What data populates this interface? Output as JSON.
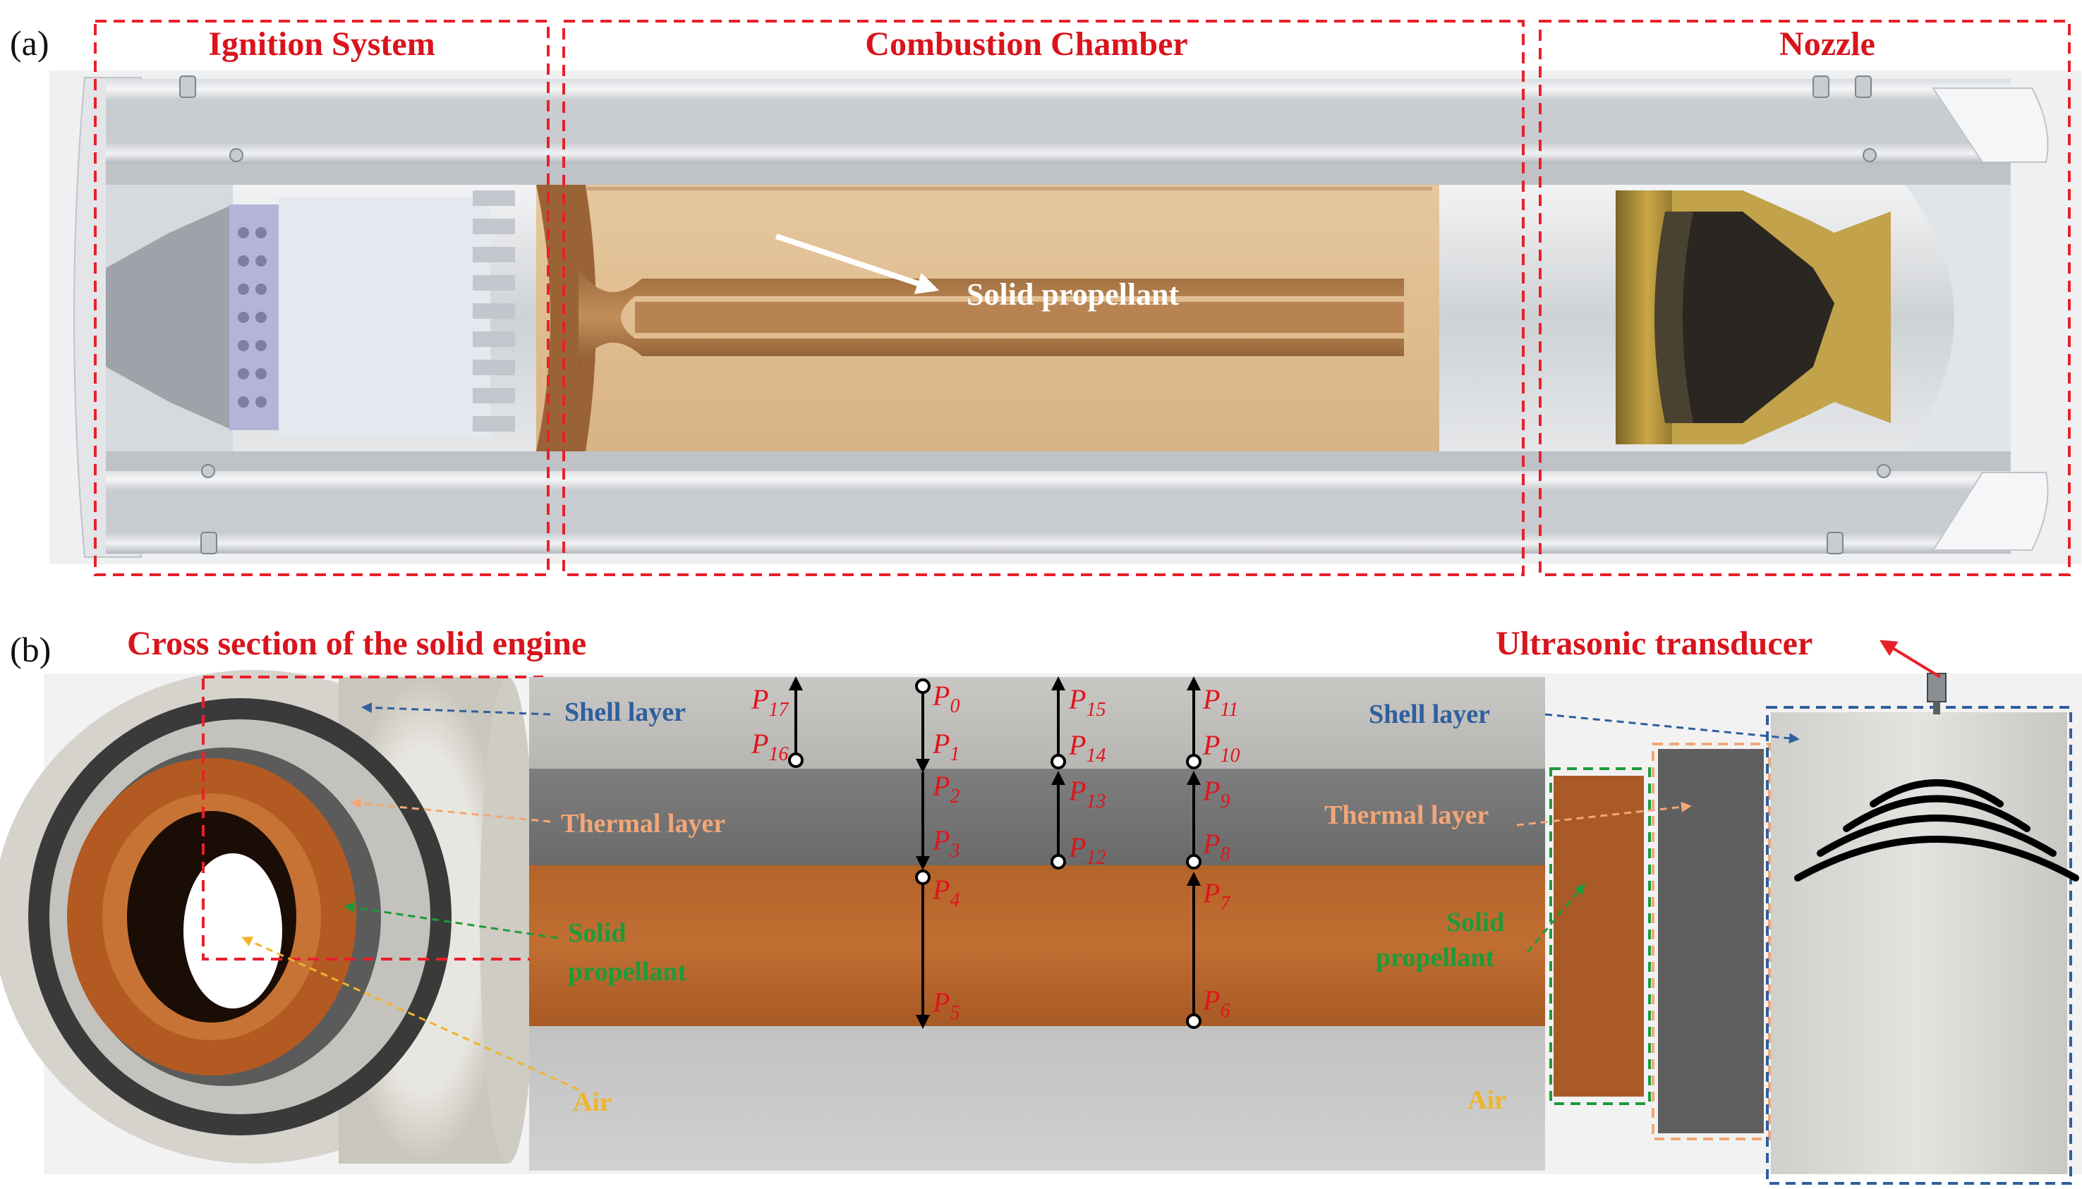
{
  "panel_a": {
    "label": "(a)",
    "regions": {
      "ignition": "Ignition System",
      "chamber": "Combustion Chamber",
      "nozzle": "Nozzle"
    },
    "propellant_label": "Solid propellant"
  },
  "panel_b": {
    "label": "(b)",
    "cross_section_title": "Cross section of the solid engine",
    "transducer_title": "Ultrasonic transducer",
    "left_labels": {
      "shell": "Shell layer",
      "thermal": "Thermal layer",
      "propellant_line1": "Solid",
      "propellant_line2": "propellant",
      "air": "Air"
    },
    "right_labels": {
      "shell": "Shell layer",
      "thermal": "Thermal layer",
      "propellant_line1": "Solid",
      "propellant_line2": "propellant",
      "air": "Air"
    },
    "points": {
      "p0": "P0",
      "p1": "P1",
      "p2": "P2",
      "p3": "P3",
      "p4": "P4",
      "p5": "P5",
      "p6": "P6",
      "p7": "P7",
      "p8": "P8",
      "p9": "P9",
      "p10": "P10",
      "p11": "P11",
      "p12": "P12",
      "p13": "P13",
      "p14": "P14",
      "p15": "P15",
      "p16": "P16",
      "p17": "P17"
    }
  },
  "colors": {
    "dashed_red": "#e8202a",
    "title_red": "#d9141c",
    "shell_blue": "#2f5f9e",
    "thermal_orange": "#f2a777",
    "propellant_green": "#1f9a3a",
    "air_yellow": "#f0b42a",
    "propellant_brown": "#b0622a",
    "point_red": "#e0141c"
  }
}
